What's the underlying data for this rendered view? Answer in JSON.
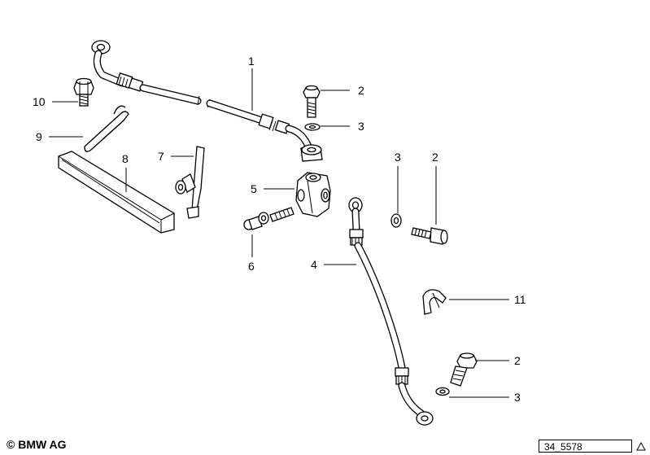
{
  "diagram": {
    "labels": {
      "l1": "1",
      "l2a": "2",
      "l3a": "3",
      "l3b": "3",
      "l2b": "2",
      "l5": "5",
      "l6": "6",
      "l4": "4",
      "l7": "7",
      "l8": "8",
      "l9": "9",
      "l10": "10",
      "l11": "11",
      "l2c": "2",
      "l3c": "3"
    }
  },
  "footer": {
    "copyright": "© BMW AG",
    "image_id": "34_5578"
  }
}
